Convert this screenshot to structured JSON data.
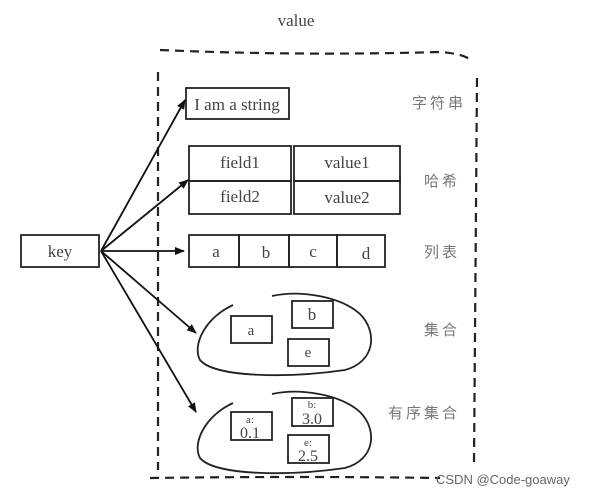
{
  "diagram": {
    "header_label": "value",
    "key_label": "key",
    "types": [
      {
        "name": "字符串",
        "kind": "string",
        "value": "I am a string"
      },
      {
        "name": "哈希",
        "kind": "hash",
        "rows": [
          {
            "field": "field1",
            "value": "value1"
          },
          {
            "field": "field2",
            "value": "value2"
          }
        ]
      },
      {
        "name": "列表",
        "kind": "list",
        "items": [
          "a",
          "b",
          "c",
          "d"
        ]
      },
      {
        "name": "集合",
        "kind": "set",
        "members": [
          "a",
          "b",
          "e"
        ]
      },
      {
        "name": "有序集合",
        "kind": "zset",
        "members": [
          {
            "member": "a:",
            "score": "0.1"
          },
          {
            "member": "b:",
            "score": "3.0"
          },
          {
            "member": "e:",
            "score": "2.5"
          }
        ]
      }
    ],
    "watermark": "CSDN @Code-goaway",
    "colors": {
      "stroke": "#222222",
      "text": "#444444",
      "type_label": "#777777"
    }
  }
}
